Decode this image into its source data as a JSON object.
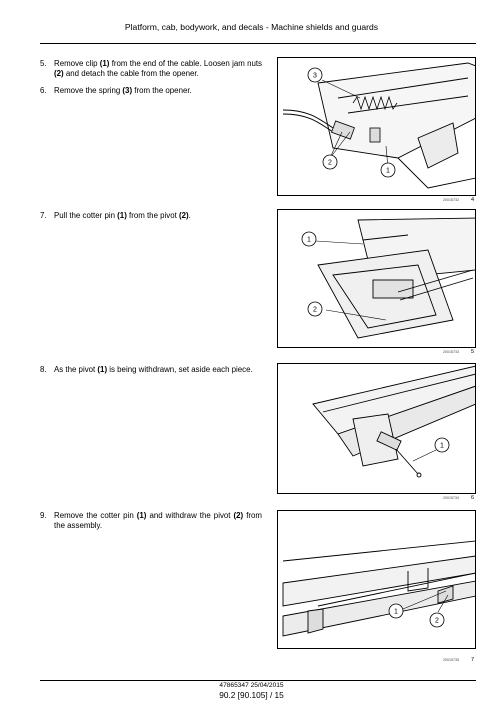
{
  "header": {
    "title": "Platform, cab, bodywork, and decals - Machine shields and guards"
  },
  "steps": [
    {
      "num": "5.",
      "parts": [
        "Remove clip ",
        "(1)",
        " from the end of the cable. Loosen jam nuts ",
        "(2)",
        " and detach the cable from the opener."
      ]
    },
    {
      "num": "6.",
      "parts": [
        "Remove the spring ",
        "(3)",
        " from the opener."
      ]
    },
    {
      "num": "7.",
      "parts": [
        "Pull the cotter pin ",
        "(1)",
        " from the pivot ",
        "(2)",
        "."
      ]
    },
    {
      "num": "8.",
      "parts": [
        "As the pivot ",
        "(1)",
        " is being withdrawn, set aside each piece."
      ]
    },
    {
      "num": "9.",
      "parts": [
        "Remove the cotter pin ",
        "(1)",
        " and withdraw the pivot ",
        "(2)",
        " from the assembly."
      ]
    }
  ],
  "figures": [
    {
      "id": "20015732",
      "number": "4",
      "callouts": [
        "3",
        "2",
        "1"
      ]
    },
    {
      "id": "20015733",
      "number": "5",
      "callouts": [
        "1",
        "2"
      ]
    },
    {
      "id": "20015734",
      "number": "6",
      "callouts": [
        "1"
      ]
    },
    {
      "id": "20015735",
      "number": "7",
      "callouts": [
        "1",
        "2"
      ]
    }
  ],
  "footer": {
    "code": "47865347 25/04/2015",
    "page": "90.2 [90.105] / 15"
  }
}
